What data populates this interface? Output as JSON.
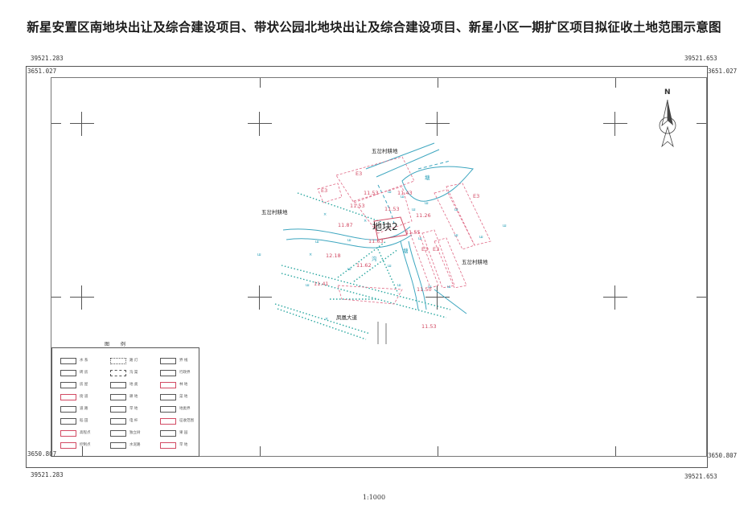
{
  "title": "新星安置区南地块出让及综合建设项目、带状公园北地块出让及综合建设项目、新星小区一期扩区项目拟征收土地范围示意图",
  "corners": {
    "top_left_x": "39521.283",
    "top_left_y": "3651.027",
    "top_right_x": "39521.653",
    "top_right_y": "3651.027",
    "bottom_left_y": "3650.807",
    "bottom_left_x": "39521.283",
    "bottom_right_y": "3650.807",
    "bottom_right_x": "39521.653"
  },
  "map": {
    "plot_label": "地块2",
    "north_label": "N",
    "labels_black": [
      "五岔村耕地",
      "五岔村耕地",
      "五岔村耕地",
      "凤凰大道"
    ],
    "labels_red": [
      "E3",
      "E3",
      "11.53",
      "11.43",
      "11.53",
      "11.26",
      "11.87",
      "11.63",
      "12.18",
      "11.62",
      "11.41",
      "E3",
      "E3",
      "E3",
      "11.53",
      "11.55",
      "11.53",
      "11.50"
    ],
    "labels_blue": [
      "塘",
      "塘",
      "沟"
    ]
  },
  "legend": {
    "title": "图 例",
    "items": [
      "水 系",
      "砖 房",
      "房 屋",
      "街 道",
      "道 路",
      "稻 田",
      "高程点",
      "控制点",
      "路 灯",
      "沟 渠",
      "地 类",
      "耕 地",
      "旱 地",
      "电 杆",
      "独立树",
      "水泥路",
      "界 线",
      "行政界",
      "林 地",
      "菜 地",
      "地类界",
      "征收范围",
      "果 园",
      "旱 地"
    ]
  },
  "scale": "1:1000",
  "colors": {
    "water": "#3fa7c0",
    "parcel": "#e06a86",
    "frame": "#555555"
  }
}
